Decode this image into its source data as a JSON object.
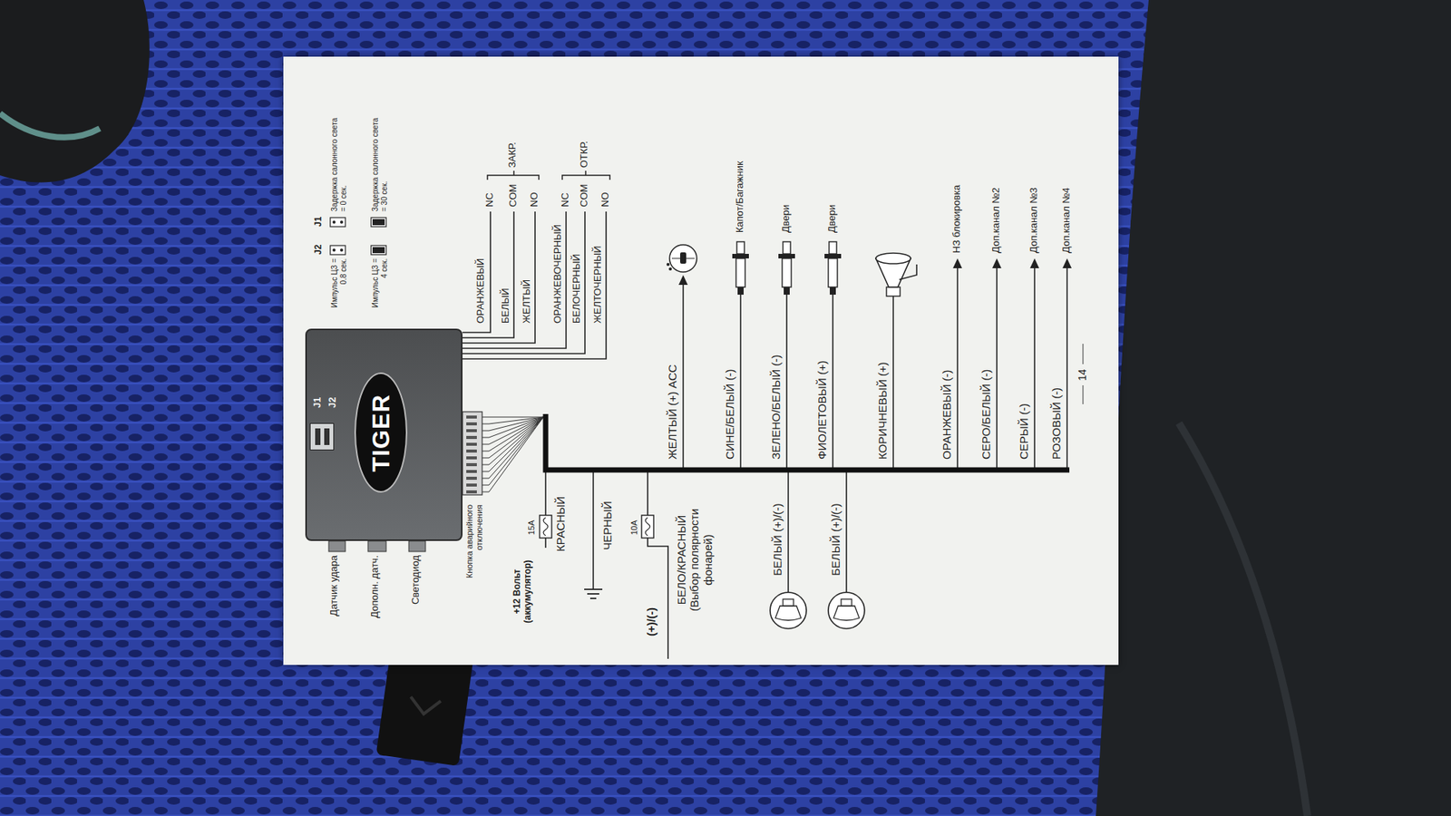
{
  "diagram": {
    "nodes": [
      {
        "text": [
          "TIGER"
        ]
      },
      {
        "text": [
          "J1",
          "J2"
        ],
        "in": 0
      }
    ],
    "labels": [
      "Датчик удара",
      "Дополн. датч.",
      "Светодиод",
      "Кнопка аварийного отключения",
      "+12 Вольт (аккумулятор)",
      "15A",
      "КРАСНЫЙ",
      "ЧЕРНЫЙ",
      "10A",
      "(+)/(-)",
      "БЕЛО/КРАСНЫЙ (Выбор полярности фонарей)",
      "БЕЛЫЙ (+)/(-)",
      "БЕЛЫЙ (+)/(-)",
      "ЖЕЛТЫЙ (+) ACC",
      "СИНЕ/БЕЛЫЙ (-)",
      "ЗЕЛЕНО/БЕЛЫЙ (-)",
      "ФИОЛЕТОВЫЙ (+)",
      "КОРИЧНЕВЫЙ (+)",
      "ОРАНЖЕВЫЙ (-)",
      "СЕРО/БЕЛЫЙ (-)",
      "СЕРЫЙ (-)",
      "РОЗОВЫЙ (-)",
      "Капот/Багажник",
      "Двери",
      "Двери",
      "НЗ блокировка",
      "Доп.канал №2",
      "Доп.канал №3",
      "Доп.канал №4",
      "ОРАНЖЕВЫЙ",
      "БЕЛЫЙ",
      "ЖЕЛТЫЙ",
      "ОРАНЖЕВОЧЕРНЫЙ",
      "БЕЛОЧЕРНЫЙ",
      "ЖЕЛТОЧЕРНЫЙ",
      "NC",
      "COM",
      "NO",
      "NC",
      "COM",
      "NO",
      "ЗАКР.",
      "ОТКР.",
      "J2",
      "J1",
      "Импульс ЦЗ = 0.8 сек.",
      "Импульс ЦЗ = 4 сек.",
      "Задержка салонного света = 0 сек.",
      "Задержка салонного света = 30 сек.",
      "14"
    ]
  }
}
